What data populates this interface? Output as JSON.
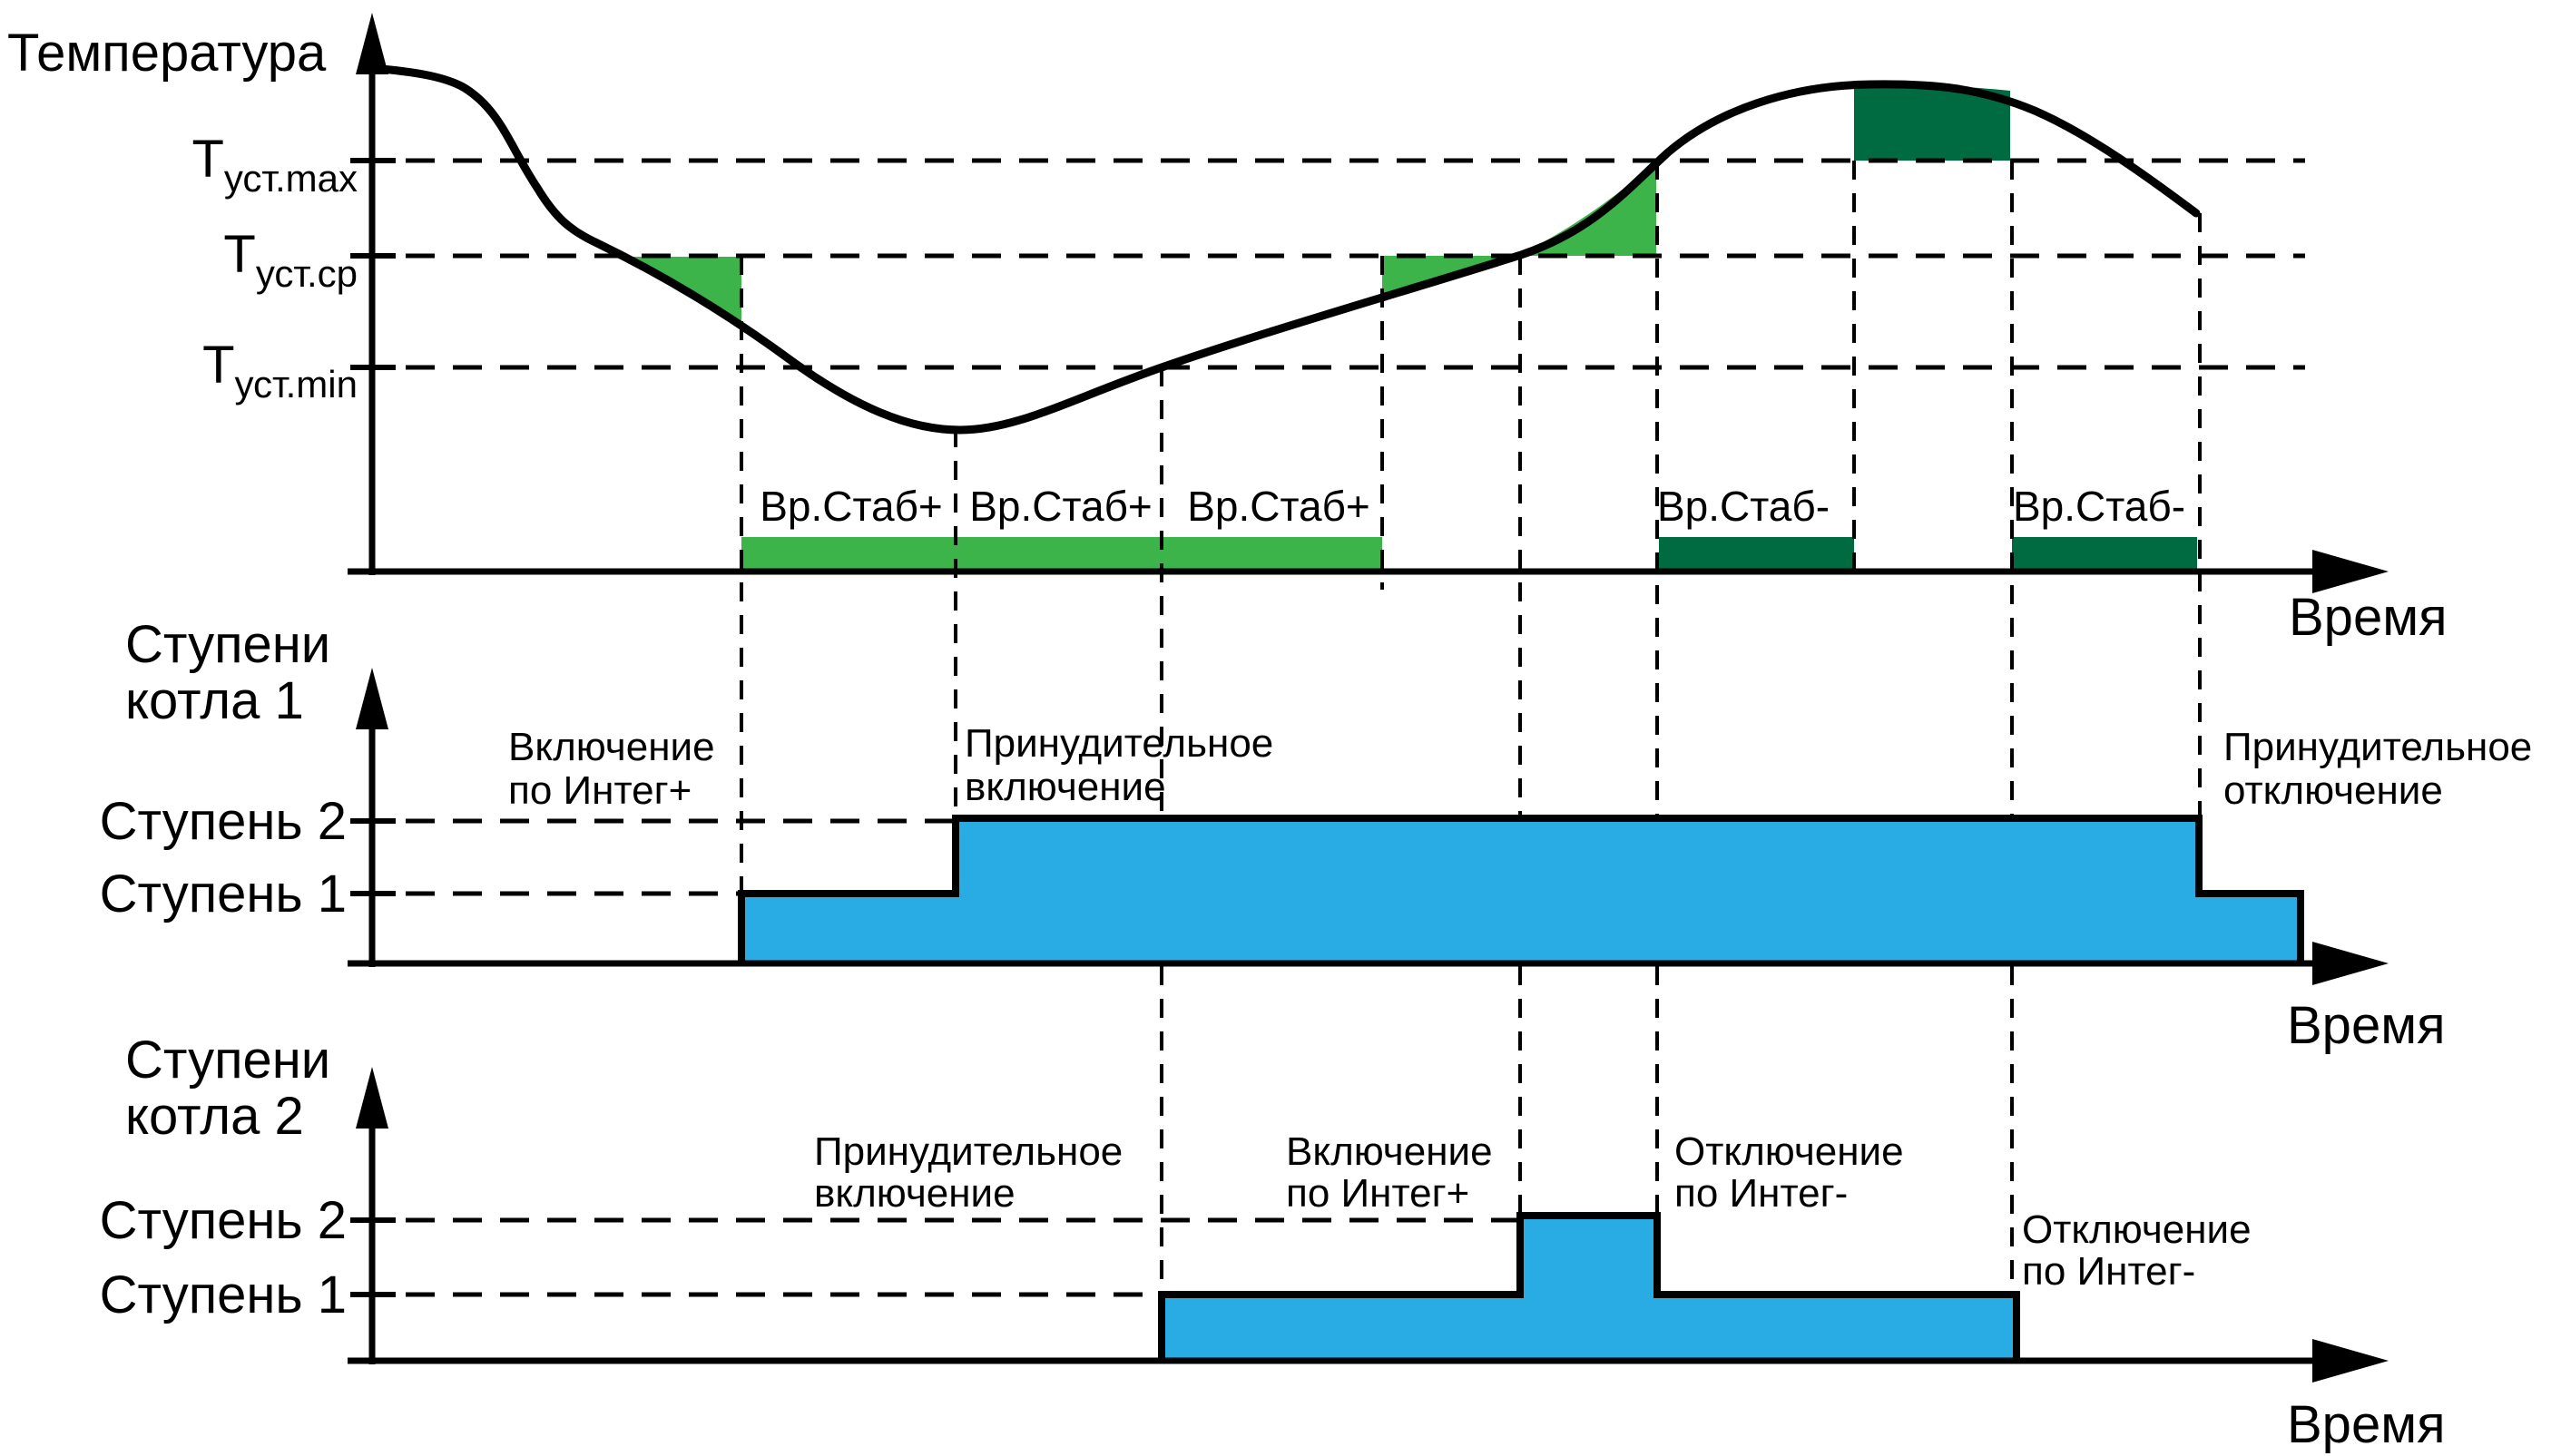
{
  "colors": {
    "light_green": "#3CB44A",
    "dark_green": "#006B40",
    "blue": "#29ACE3",
    "line": "#000000",
    "background": "#FFFFFF"
  },
  "time_label": "Время",
  "temperature_chart": {
    "y_axis_label": "Температура",
    "levels": [
      {
        "main": "Т",
        "sub": "уст.max"
      },
      {
        "main": "Т",
        "sub": "уст.ср"
      },
      {
        "main": "Т",
        "sub": "уст.min"
      }
    ],
    "stab_plus_label": "Вр.Стаб+",
    "stab_minus_label": "Вр.Стаб-"
  },
  "boiler1_chart": {
    "title_line1": "Ступени",
    "title_line2": "котла 1",
    "stage2_label": "Ступень 2",
    "stage1_label": "Ступень 1",
    "annotations": {
      "switch_on_integral": [
        "Включение",
        "по Интег+"
      ],
      "forced_on": [
        "Принудительное",
        "включение"
      ],
      "forced_off": [
        "Принудительное",
        "отключение"
      ]
    }
  },
  "boiler2_chart": {
    "title_line1": "Ступени",
    "title_line2": "котла 2",
    "stage2_label": "Ступень 2",
    "stage1_label": "Ступень 1",
    "annotations": {
      "forced_on": [
        "Принудительное",
        "включение"
      ],
      "switch_on_integral": [
        "Включение",
        "по Интег+"
      ],
      "off_integral_1": [
        "Отключение",
        "по Интег-"
      ],
      "off_integral_2": [
        "Отключение",
        "по Интег-"
      ]
    }
  }
}
